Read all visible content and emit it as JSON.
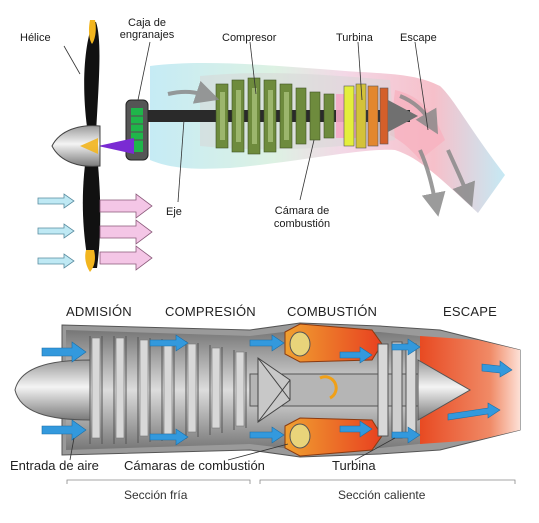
{
  "top": {
    "labels": {
      "helice": "Hélice",
      "caja_line1": "Caja de",
      "caja_line2": "engranajes",
      "compresor": "Compresor",
      "turbina": "Turbina",
      "escape": "Escape",
      "eje": "Eje",
      "camara_line1": "Cámara de",
      "camara_line2": "combustión"
    }
  },
  "bottom": {
    "sections": {
      "admision": "ADMISIÓN",
      "compresion": "COMPRESIÓN",
      "combustion": "COMBUSTIÓN",
      "escape": "ESCAPE"
    },
    "labels": {
      "entrada": "Entrada de aire",
      "camaras": "Cámaras de combustión",
      "turbina": "Turbina"
    },
    "footer": {
      "fria": "Sección fría",
      "caliente": "Sección caliente"
    }
  },
  "colors": {
    "airflow_blue": "#3399dd",
    "inflow_pink": "#f4c6e6",
    "inflow_cyan": "#bfe9f4",
    "compressor_green": "#6e8b3d",
    "hot_orange": "#ee5522",
    "propeller_tip": "#f2b51e"
  }
}
